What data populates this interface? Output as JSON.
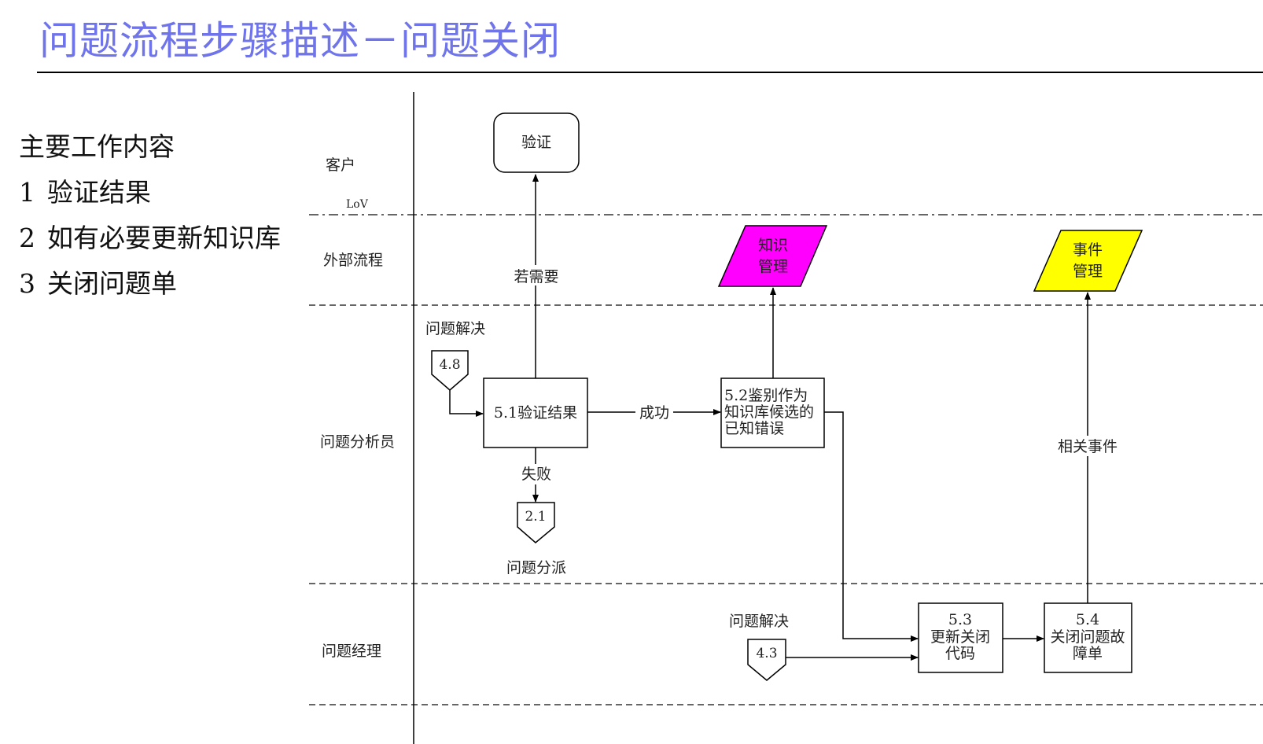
{
  "title": "问题流程步骤描述－问题关闭",
  "content": {
    "heading": "主要工作内容",
    "items": [
      {
        "num": "1",
        "text": "验证结果"
      },
      {
        "num": "2",
        "text": "如有必要更新知识库"
      },
      {
        "num": "3",
        "text": "关闭问题单"
      }
    ]
  },
  "diagram": {
    "lanes": {
      "customer": "客户",
      "lov": "LoV",
      "external": "外部流程",
      "analyst": "问题分析员",
      "manager": "问题经理"
    },
    "nodes": {
      "verify": "验证",
      "step_5_1": "5.1验证结果",
      "step_5_2": [
        "5.2鉴别作为",
        "知识库候选的",
        "已知错误"
      ],
      "step_5_3": [
        "5.3",
        "更新关闭",
        "代码"
      ],
      "step_5_4": [
        "5.4",
        "关闭问题故",
        "障单"
      ],
      "knowledge_mgmt": [
        "知识",
        "管理"
      ],
      "incident_mgmt": [
        "事件",
        "管理"
      ],
      "conn_4_8": "4.8",
      "conn_2_1": "2.1",
      "conn_4_3": "4.3"
    },
    "labels": {
      "problem_resolve_top": "问题解决",
      "problem_resolve_bottom": "问题解决",
      "problem_assign": "问题分派",
      "if_needed": "若需要",
      "success": "成功",
      "failure": "失败",
      "related_incident": "相关事件"
    },
    "colors": {
      "knowledge_mgmt_fill": "#ff00ff",
      "incident_mgmt_fill": "#ffff00",
      "title_color": "#6f74ea"
    }
  }
}
